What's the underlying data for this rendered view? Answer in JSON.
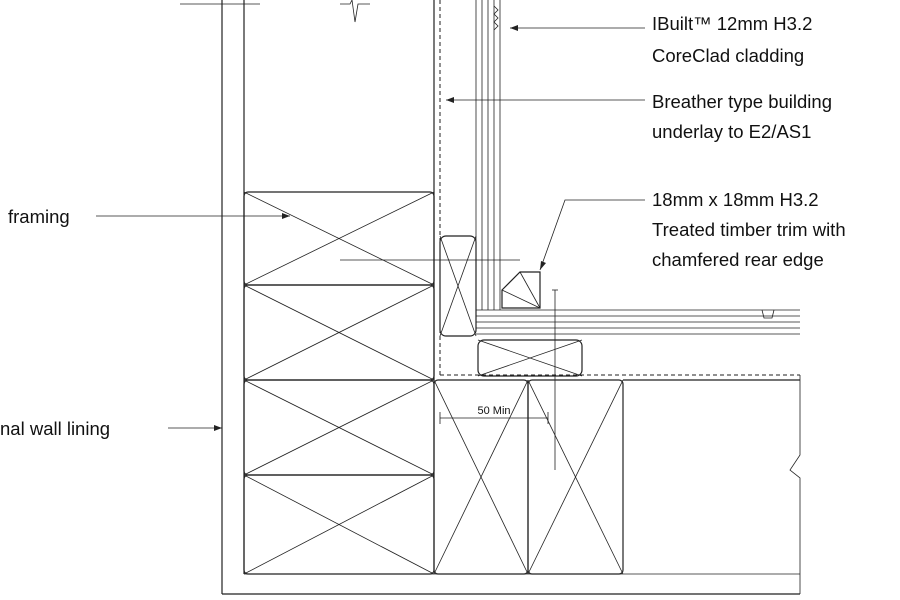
{
  "callouts": {
    "cladding": {
      "line1": "IBuilt™ 12mm H3.2",
      "line2": "CoreClad cladding"
    },
    "underlay": {
      "line1": "Breather type building",
      "line2": "underlay to E2/AS1"
    },
    "trim": {
      "line1": "18mm x 18mm H3.2",
      "line2": "Treated timber trim with",
      "line3": "chamfered rear edge"
    },
    "framing": {
      "line1": "framing"
    },
    "lining": {
      "line1": "nal wall lining"
    }
  },
  "dimension": {
    "label": "50 Min"
  }
}
